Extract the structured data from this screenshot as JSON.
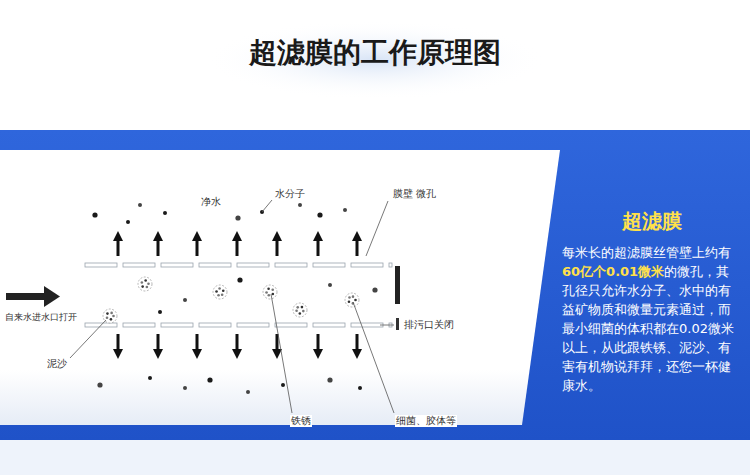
{
  "diagram": {
    "title": "超滤膜的工作原理图",
    "nodes": [
      {
        "text": [
          "超滤膜",
          "每米长的超滤膜丝管壁上约有",
          "60亿个0.01微米",
          "的微孔，其孔径只允许水分子、水中的有益矿物质和微量元素通过，而最小细菌的体积都在0.02微米以上，从此跟铁锈、泥沙、有害有机物说拜拜，还您一杯健康水。"
        ]
      }
    ],
    "labels": [
      "净水",
      "水分子",
      "膜壁 微孔",
      "自来水进水口打开",
      "排污口关闭",
      "泥沙",
      "铁锈",
      "细菌、胶体等"
    ]
  }
}
